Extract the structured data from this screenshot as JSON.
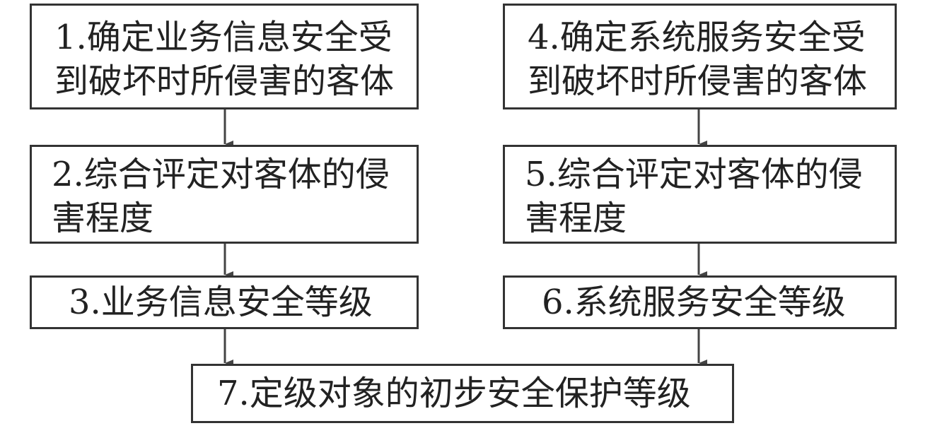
{
  "boxes": {
    "b1": {
      "lines": [
        "1.确定业务信息安全受",
        "到破坏时所侵害的客体"
      ]
    },
    "b2": {
      "lines": [
        "2.综合评定对客体的侵",
        "害程度"
      ]
    },
    "b3": {
      "lines": [
        "3.业务信息安全等级"
      ]
    },
    "b4": {
      "lines": [
        "4.确定系统服务安全受",
        "到破坏时所侵害的客体"
      ]
    },
    "b5": {
      "lines": [
        "5.综合评定对客体的侵",
        "害程度"
      ]
    },
    "b6": {
      "lines": [
        "6.系统服务安全等级"
      ]
    },
    "b7": {
      "lines": [
        "7.定级对象的初步安全保护等级"
      ]
    }
  }
}
